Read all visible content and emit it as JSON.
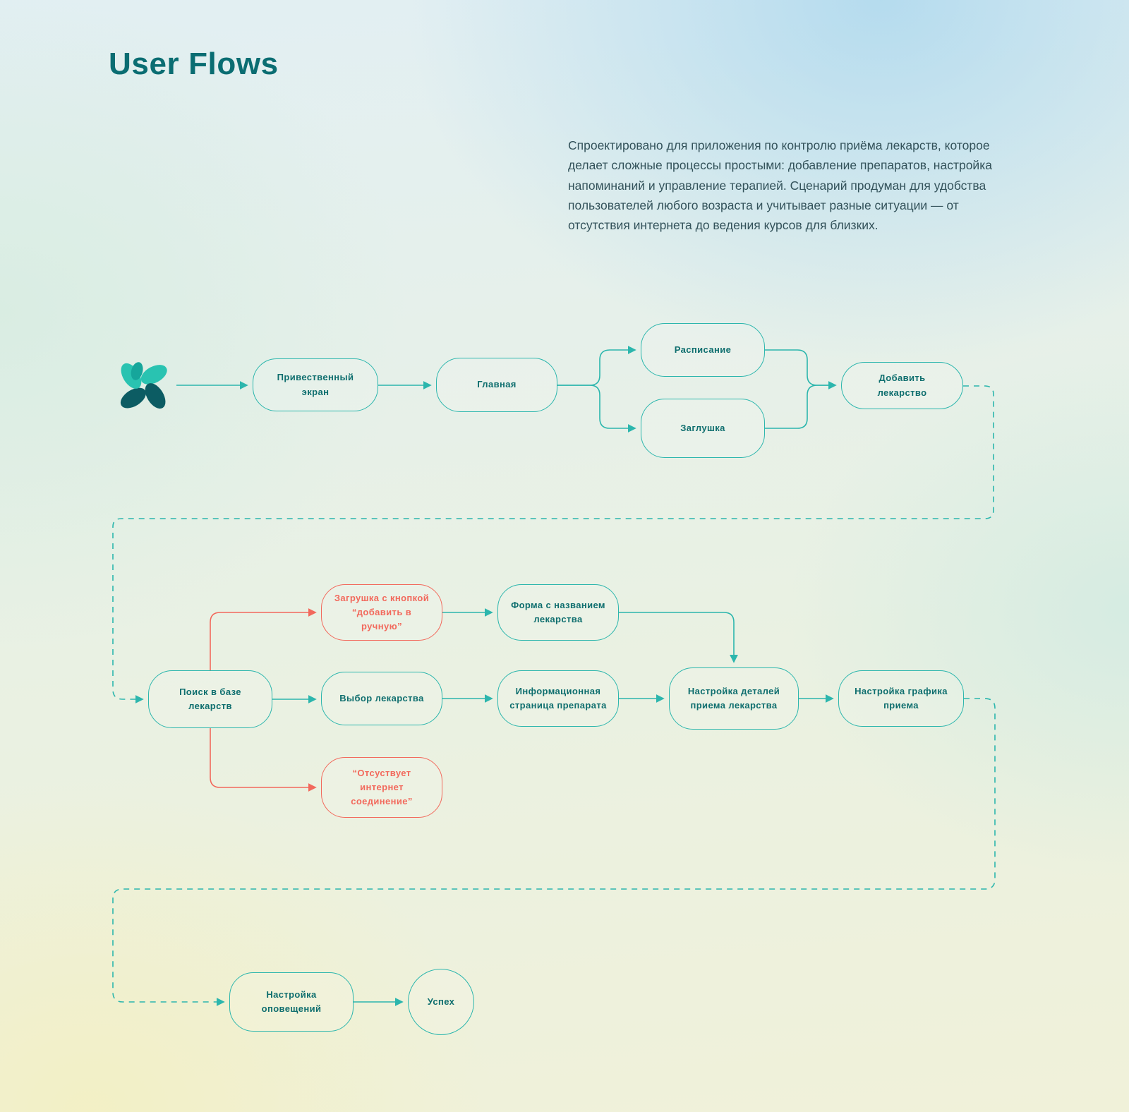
{
  "page": {
    "title": "User Flows",
    "description": "Спроектировано для приложения по контролю приёма лекарств, которое делает сложные процессы простыми: добавление препаратов, настройка напоминаний и управление терапией. Сценарий продуман для удобства пользователей любого возраста и учитывает разные ситуации — от отсутствия интернета до ведения курсов для близких."
  },
  "colors": {
    "accent_teal": "#2cb6ad",
    "text_teal": "#0e6e6e",
    "title_teal": "#0a6d72",
    "error_coral": "#f2695c",
    "logo_bright": "#29c3b1",
    "logo_dark": "#0c5c63"
  },
  "nodes": {
    "welcome": {
      "label": "Привественный экран"
    },
    "main": {
      "label": "Главная"
    },
    "schedule": {
      "label": "Расписание"
    },
    "stub": {
      "label": "Заглушка"
    },
    "add_medication": {
      "label": "Добавить лекарство"
    },
    "search_db": {
      "label": "Поиск в базе лекарств"
    },
    "manual_stub": {
      "label": "Загрушка с кнопкой “добавить в ручную”"
    },
    "form_name": {
      "label": "Форма с названием лекарства"
    },
    "choose_med": {
      "label": "Выбор лекарства"
    },
    "info_page": {
      "label": "Информационная страница препарата"
    },
    "details_setup": {
      "label": "Настройка деталей приема лекарства"
    },
    "schedule_setup": {
      "label": "Настройка графика приема"
    },
    "no_internet": {
      "label": "“Отсуствует интернет соединение”"
    },
    "notifications": {
      "label": "Настройка оповещений"
    },
    "success": {
      "label": "Успех"
    }
  },
  "edges": [
    {
      "from": "logo",
      "to": "welcome",
      "style": "solid",
      "color": "teal"
    },
    {
      "from": "welcome",
      "to": "main",
      "style": "solid",
      "color": "teal"
    },
    {
      "from": "main",
      "to": "schedule",
      "style": "solid",
      "color": "teal"
    },
    {
      "from": "main",
      "to": "stub",
      "style": "solid",
      "color": "teal"
    },
    {
      "from": "schedule",
      "to": "add_medication",
      "style": "solid",
      "color": "teal"
    },
    {
      "from": "stub",
      "to": "add_medication",
      "style": "solid",
      "color": "teal"
    },
    {
      "from": "add_medication",
      "to": "search_db",
      "style": "dashed",
      "color": "teal"
    },
    {
      "from": "search_db",
      "to": "manual_stub",
      "style": "solid",
      "color": "coral"
    },
    {
      "from": "search_db",
      "to": "choose_med",
      "style": "solid",
      "color": "teal"
    },
    {
      "from": "search_db",
      "to": "no_internet",
      "style": "solid",
      "color": "coral"
    },
    {
      "from": "manual_stub",
      "to": "form_name",
      "style": "solid",
      "color": "teal"
    },
    {
      "from": "form_name",
      "to": "details_setup",
      "style": "solid",
      "color": "teal"
    },
    {
      "from": "choose_med",
      "to": "info_page",
      "style": "solid",
      "color": "teal"
    },
    {
      "from": "info_page",
      "to": "details_setup",
      "style": "solid",
      "color": "teal"
    },
    {
      "from": "details_setup",
      "to": "schedule_setup",
      "style": "solid",
      "color": "teal"
    },
    {
      "from": "schedule_setup",
      "to": "notifications",
      "style": "dashed",
      "color": "teal"
    },
    {
      "from": "notifications",
      "to": "success",
      "style": "solid",
      "color": "teal"
    }
  ]
}
